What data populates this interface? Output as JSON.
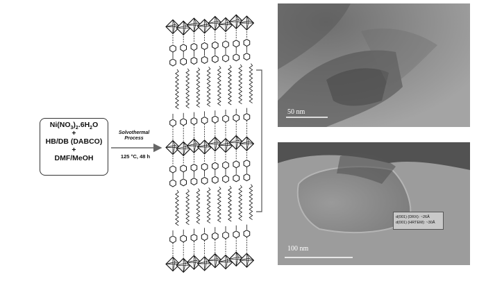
{
  "reagents": {
    "line1": "Ni(NO",
    "line1_sub1": "3",
    "line1_mid": ")",
    "line1_sub2": "2",
    "line1_end": ".6H",
    "line1_sub3": "2",
    "line1_tail": "O",
    "plus1": "+",
    "line2": "HB/DB (DABCO)",
    "plus2": "+",
    "line3": "DMF/MeOH"
  },
  "arrow": {
    "process_line1": "Solvothermal",
    "process_line2": "Process",
    "conditions": "125 °C, 48 h"
  },
  "tem_top": {
    "scale_label": "50 nm"
  },
  "tem_bottom": {
    "scale_label": "100 nm",
    "spacing_drx": "d(001) (DRX): ~26Å",
    "spacing_hrtem": "d(001) (HRTEM): ~30Å"
  },
  "colors": {
    "ink": "#111111",
    "arrow": "#666666",
    "tem_base": "#8a8a8a"
  }
}
